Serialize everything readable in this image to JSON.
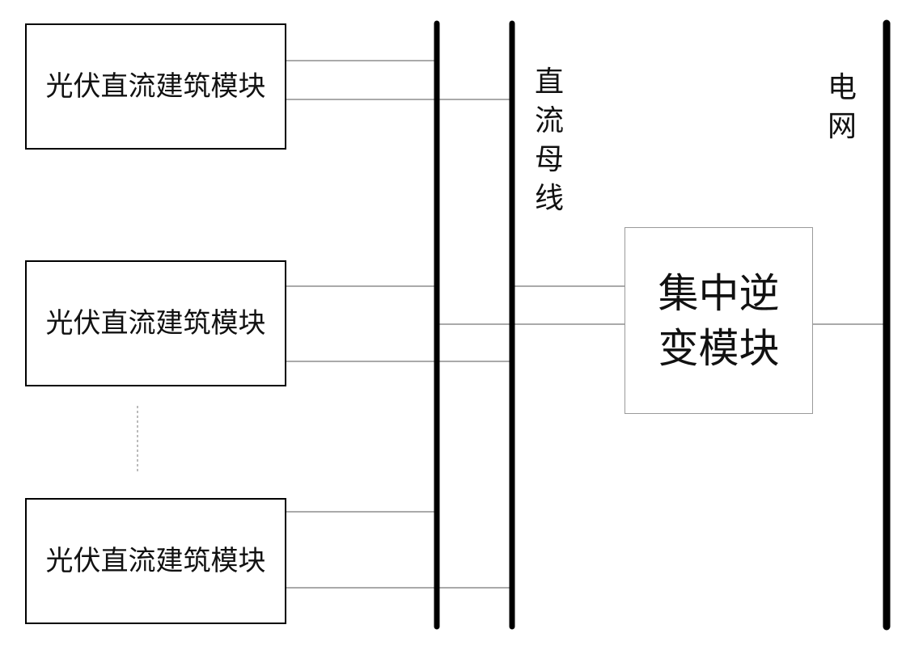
{
  "modules": [
    {
      "label": "光伏直流建筑模块"
    },
    {
      "label": "光伏直流建筑模块"
    },
    {
      "label": "光伏直流建筑模块"
    }
  ],
  "dc_bus": {
    "label": "直流母线"
  },
  "grid": {
    "label": "电网"
  },
  "inverter": {
    "label": "集中逆变模块"
  }
}
